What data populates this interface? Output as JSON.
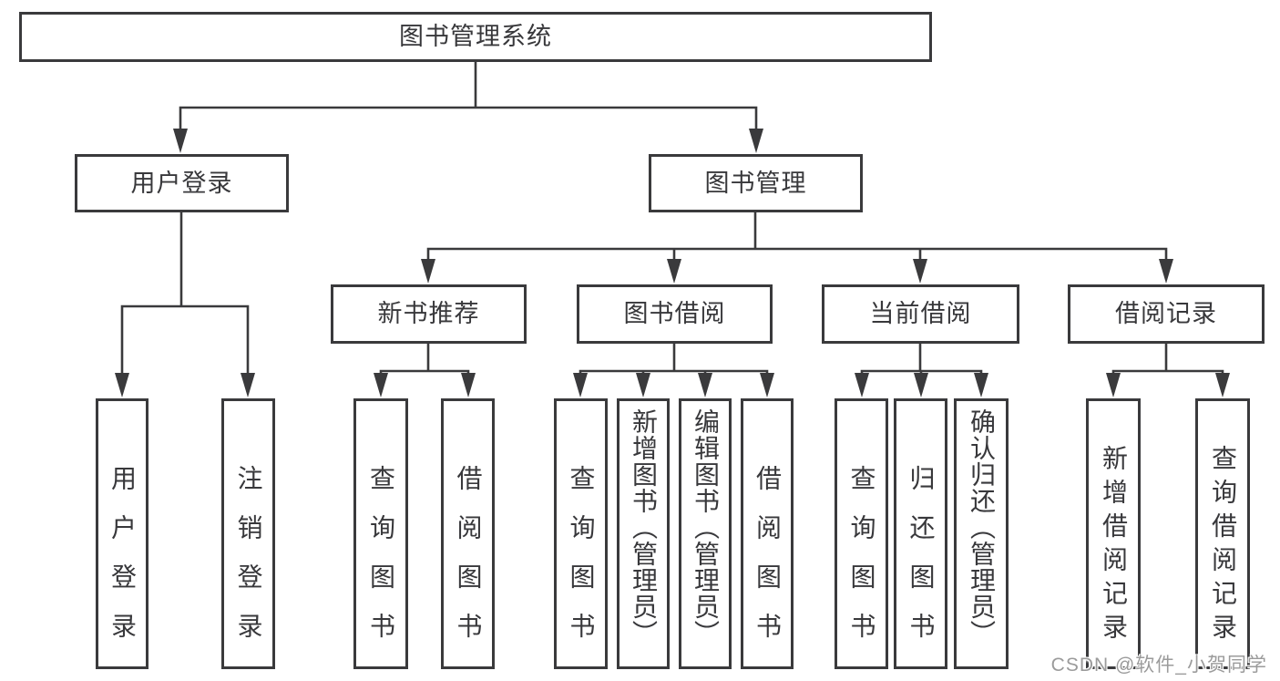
{
  "diagram": {
    "root": "图书管理系统",
    "level2": {
      "user_login": "用户登录",
      "book_management": "图书管理"
    },
    "level3": {
      "new_book_recommend": "新书推荐",
      "book_borrow": "图书借阅",
      "current_borrow": "当前借阅",
      "borrow_record": "借阅记录"
    },
    "leaves": {
      "user_login": "用户登录",
      "logout_login": "注销登录",
      "rec_query_book": "查询图书",
      "rec_borrow_book": "借阅图书",
      "bb_query_book": "查询图书",
      "bb_add_book": "新增图书（管理员）",
      "bb_edit_book": "编辑图书（管理员）",
      "bb_borrow_book": "借阅图书",
      "cb_query_book": "查询图书",
      "cb_return_book": "归还图书",
      "cb_confirm_return": "确认归还（管理员）",
      "br_add_record": "新增借阅记录",
      "br_query_record": "查询借阅记录"
    }
  },
  "watermark": "CSDN @软件_小贺同学",
  "colors": {
    "line": "#3a3a3c",
    "text": "#38383b",
    "watermark": "#9b9b9b",
    "background": "#ffffff"
  }
}
